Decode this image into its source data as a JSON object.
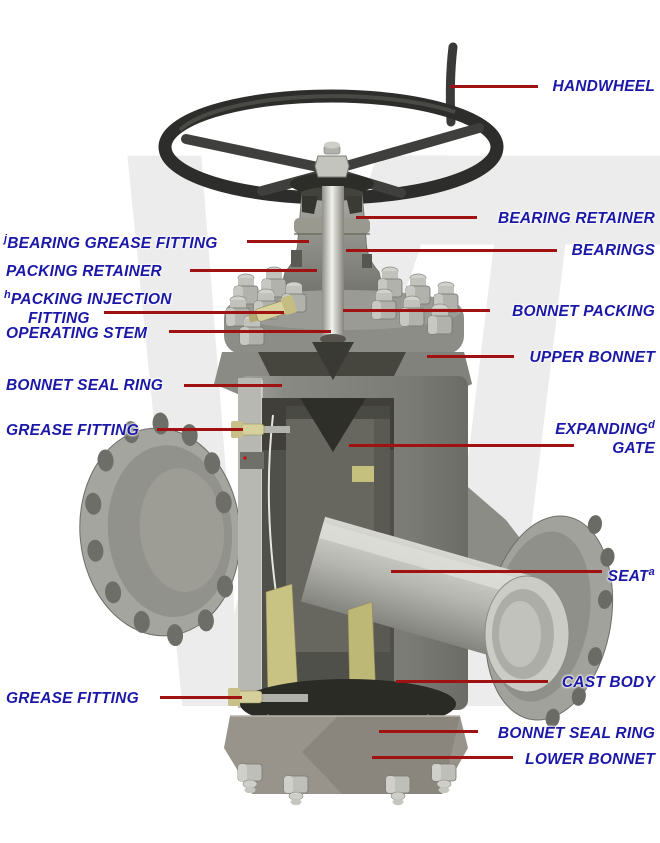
{
  "diagram": {
    "subject": "expanding-gate-valve-cutaway",
    "watermark_text": "VT"
  },
  "colors": {
    "label_text": "#1b18a8",
    "leader_line": "#a01111",
    "watermark": "#ececec",
    "steel_light": "#c6c6c0",
    "steel_mid": "#8f8f89",
    "steel_dark": "#55554f",
    "fitting_yellow": "#d6d09c",
    "guide_yellow": "#c9c383",
    "handwheel_dark": "#2e2e2c"
  },
  "labels": {
    "left": [
      {
        "id": "bearing-grease-fitting",
        "sup": "j",
        "text": "BEARING GREASE FITTING"
      },
      {
        "id": "packing-retainer",
        "text": "PACKING RETAINER"
      },
      {
        "id": "packing-injection-fitting",
        "sup": "h",
        "text": "PACKING INJECTION",
        "text2": "FITTING"
      },
      {
        "id": "operating-stem",
        "text": "OPERATING STEM"
      },
      {
        "id": "bonnet-seal-ring",
        "text": "BONNET SEAL RING"
      },
      {
        "id": "grease-fitting-upper",
        "text": "GREASE FITTING"
      },
      {
        "id": "grease-fitting-lower",
        "text": "GREASE FITTING"
      }
    ],
    "right": [
      {
        "id": "handwheel",
        "text": "HANDWHEEL"
      },
      {
        "id": "bearing-retainer",
        "text": "BEARING RETAINER"
      },
      {
        "id": "bearings",
        "text": "BEARINGS"
      },
      {
        "id": "bonnet-packing",
        "text": "BONNET PACKING"
      },
      {
        "id": "upper-bonnet",
        "text": "UPPER BONNET"
      },
      {
        "id": "expanding-gate",
        "text": "EXPANDING",
        "sup_after": "d",
        "text2": "GATE"
      },
      {
        "id": "seat",
        "text": "SEAT",
        "sup_after": "a"
      },
      {
        "id": "cast-body",
        "text": "CAST BODY"
      },
      {
        "id": "bonnet-seal-ring-lower",
        "text": "BONNET SEAL RING"
      },
      {
        "id": "lower-bonnet",
        "text": "LOWER BONNET"
      }
    ]
  }
}
